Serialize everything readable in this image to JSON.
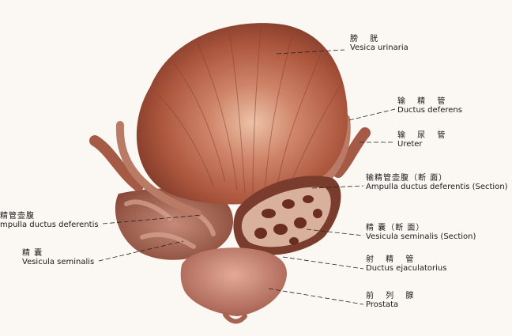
{
  "colors": {
    "background": "#fbf8f3",
    "bladder": "#b8644a",
    "bladder_light": "#e7b49a",
    "vesicle": "#9c5a47",
    "prostate": "#cf8f7c",
    "leader": "#222222"
  },
  "labels_right": [
    {
      "cn": "膀  胱",
      "en": "Vesica urinaria"
    },
    {
      "cn": "输 精 管",
      "en": "Ductus deferens"
    },
    {
      "cn": "输 尿 管",
      "en": "Ureter"
    },
    {
      "cn": "输精管壶腹（断  面）",
      "en": "Ampulla ductus deferentis (Section)"
    },
    {
      "cn": "精  囊（断  面）",
      "en": "Vesicula seminalis (Section)"
    },
    {
      "cn": "射 精 管",
      "en": "Ductus ejaculatorius"
    },
    {
      "cn": "前 列 腺",
      "en": "Prostata"
    }
  ],
  "labels_left": [
    {
      "cn": "精管壶腹",
      "en": "mpulla ductus deferentis"
    },
    {
      "cn": "精   囊",
      "en": "Vesicula seminalis"
    }
  ]
}
